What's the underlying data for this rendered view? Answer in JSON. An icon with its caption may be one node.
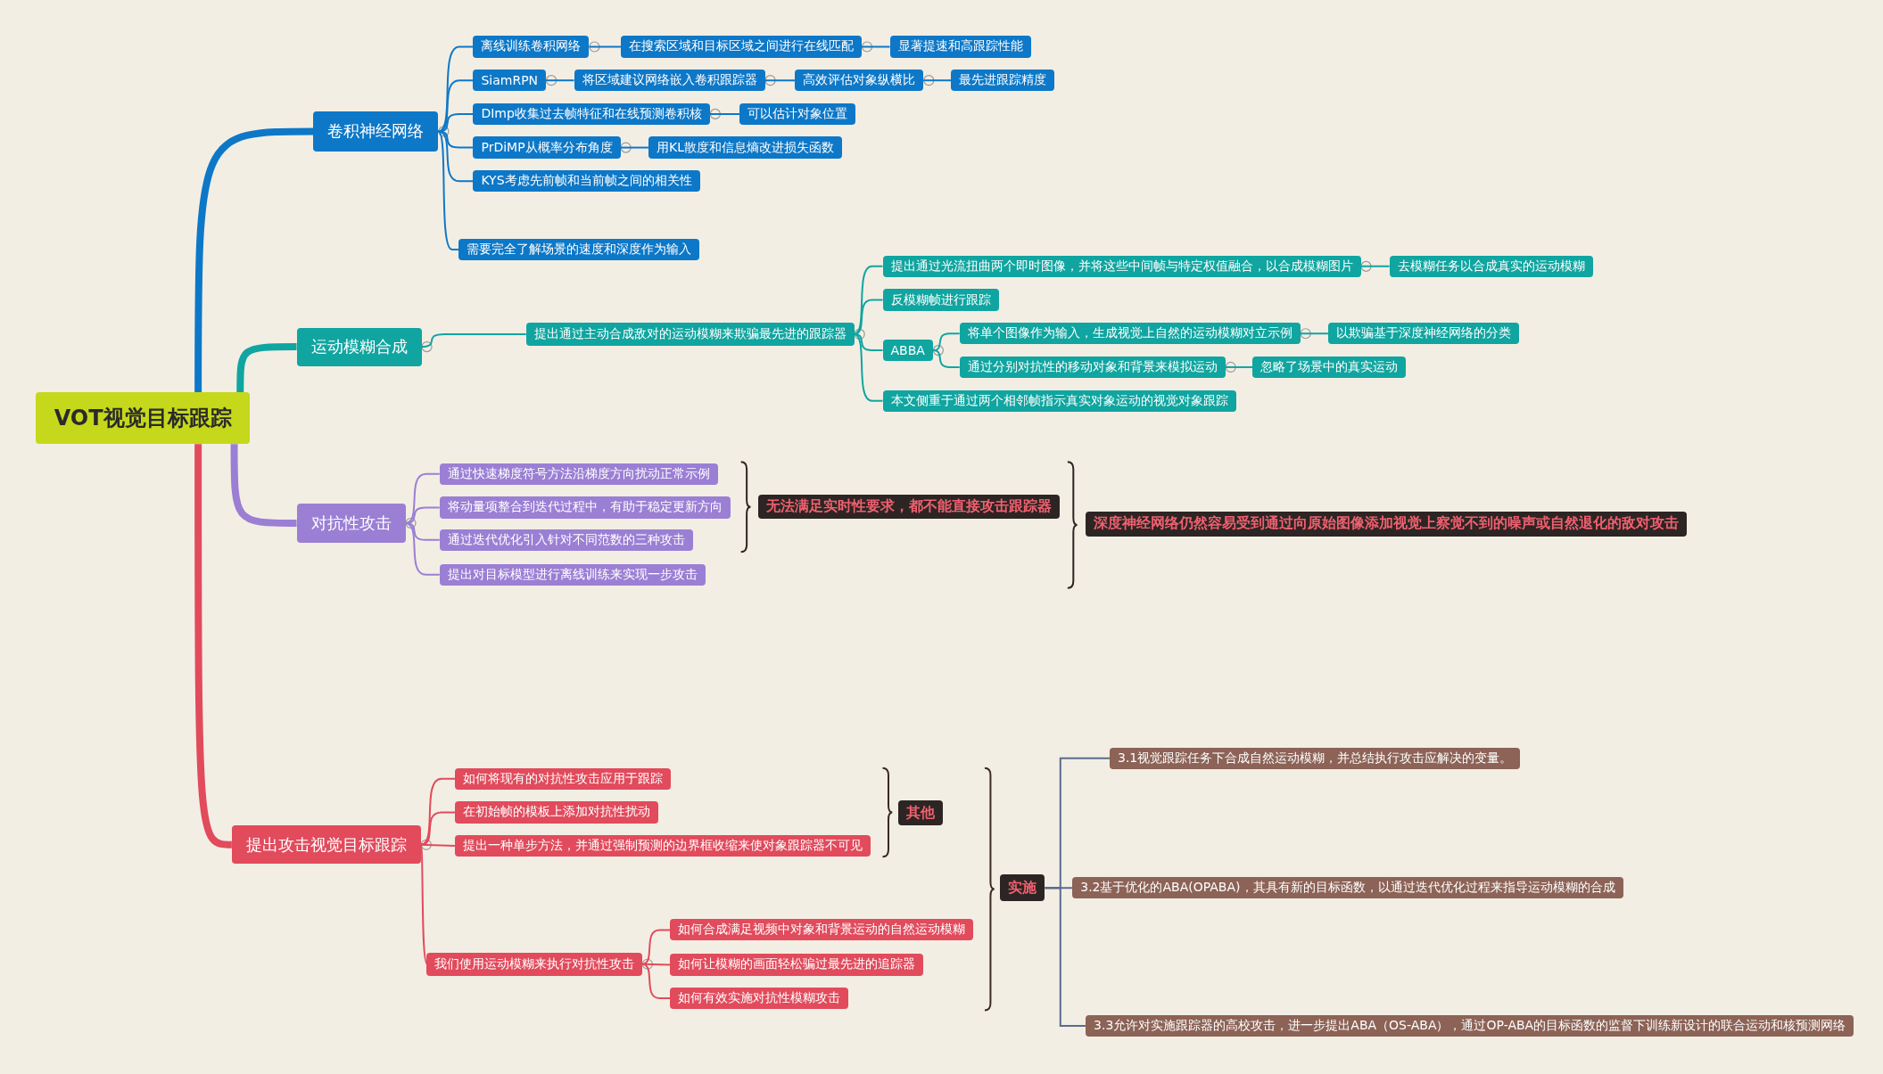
{
  "diagram": {
    "nodes": [
      {
        "text": [
          "VOT视觉目标跟踪"
        ]
      },
      {
        "text": [
          "卷积神经网络"
        ]
      },
      {
        "text": [
          "离线训练卷积网络"
        ]
      },
      {
        "text": [
          "在搜索区域和目标区域之间进行在线匹配"
        ]
      },
      {
        "text": [
          "显著提速和高跟踪性能"
        ]
      },
      {
        "text": [
          "SiamRPN"
        ]
      },
      {
        "text": [
          "将区域建议网络嵌入卷积跟踪器"
        ]
      },
      {
        "text": [
          "高效评估对象纵横比"
        ]
      },
      {
        "text": [
          "最先进跟踪精度"
        ]
      },
      {
        "text": [
          "DImp收集过去帧特征和在线预测卷积核"
        ]
      },
      {
        "text": [
          "可以估计对象位置"
        ]
      },
      {
        "text": [
          "PrDiMP从概率分布角度"
        ]
      },
      {
        "text": [
          "用KL散度和信息熵改进损失函数"
        ]
      },
      {
        "text": [
          "KYS考虑先前帧和当前帧之间的相关性"
        ]
      },
      {
        "text": [
          "需要完全了解场景的速度和深度作为输入"
        ]
      },
      {
        "text": [
          "运动模糊合成"
        ]
      },
      {
        "text": [
          "提出通过主动合成敌对的运动模糊来欺骗最先进的跟踪器"
        ]
      },
      {
        "text": [
          "提出通过光流扭曲两个即时图像，并将这些中间帧与特定权值融合，以合成模糊图片"
        ]
      },
      {
        "text": [
          "去模糊任务以合成真实的运动模糊"
        ]
      },
      {
        "text": [
          "反模糊帧进行跟踪"
        ]
      },
      {
        "text": [
          "ABBA"
        ]
      },
      {
        "text": [
          "将单个图像作为输入，生成视觉上自然的运动模糊对立示例"
        ]
      },
      {
        "text": [
          "以欺骗基于深度神经网络的分类"
        ]
      },
      {
        "text": [
          "通过分别对抗性的移动对象和背景来模拟运动"
        ]
      },
      {
        "text": [
          "忽略了场景中的真实运动"
        ]
      },
      {
        "text": [
          "本文侧重于通过两个相邻帧指示真实对象运动的视觉对象跟踪"
        ]
      },
      {
        "text": [
          "对抗性攻击"
        ]
      },
      {
        "text": [
          "通过快速梯度符号方法沿梯度方向扰动正常示例"
        ]
      },
      {
        "text": [
          "将动量项整合到迭代过程中，有助于稳定更新方向"
        ]
      },
      {
        "text": [
          "通过迭代优化引入针对不同范数的三种攻击"
        ]
      },
      {
        "text": [
          "提出对目标模型进行离线训练来实现一步攻击"
        ]
      },
      {
        "text": [
          "无法满足实时性要求，都不能直接攻击跟踪器"
        ]
      },
      {
        "text": [
          "深度神经网络仍然容易受到通过向原始图像添加视觉上察觉不到的噪声或自然退化的敌对攻击"
        ]
      },
      {
        "text": [
          "提出攻击视觉目标跟踪"
        ]
      },
      {
        "text": [
          "如何将现有的对抗性攻击应用于跟踪"
        ]
      },
      {
        "text": [
          "在初始帧的模板上添加对抗性扰动"
        ]
      },
      {
        "text": [
          "提出一种单步方法，并通过强制预测的边界框收缩来使对象跟踪器不可见"
        ]
      },
      {
        "text": [
          "我们使用运动模糊来执行对抗性攻击"
        ]
      },
      {
        "text": [
          "如何合成满足视频中对象和背景运动的自然运动模糊"
        ]
      },
      {
        "text": [
          "如何让模糊的画面轻松骗过最先进的追踪器"
        ]
      },
      {
        "text": [
          "如何有效实施对抗性模糊攻击"
        ]
      },
      {
        "text": [
          "其他"
        ]
      },
      {
        "text": [
          "实施"
        ]
      },
      {
        "text": [
          "3.1视觉跟踪任务下合成自然运动模糊，并总结执行攻击应解决的变量。"
        ]
      },
      {
        "text": [
          "3.2基于优化的ABA(OPABA)，其具有新的目标函数，以通过迭代优化过程来指导运动模糊的合成"
        ]
      },
      {
        "text": [
          "3.3允许对实施跟踪器的高校攻击，进一步提出ABA（OS-ABA），通过OP-ABA的目标函数的监督下训练新设计的联合运动和核预测网络"
        ]
      }
    ],
    "edges": [
      {
        "from": 0,
        "to": 1,
        "arrow": "none",
        "style": "thick"
      },
      {
        "from": 0,
        "to": 15,
        "arrow": "none",
        "style": "thick",
        "color": "#10a5a0"
      },
      {
        "from": 0,
        "to": 26,
        "arrow": "none",
        "style": "thick",
        "color": "#9b7fd4"
      },
      {
        "from": 0,
        "to": 33,
        "arrow": "none",
        "style": "thick",
        "color": "#e14b5c"
      },
      {
        "from": 1,
        "to": 2,
        "arrow": "none"
      },
      {
        "from": 1,
        "to": 5,
        "arrow": "none"
      },
      {
        "from": 1,
        "to": 9,
        "arrow": "none"
      },
      {
        "from": 1,
        "to": 11,
        "arrow": "none"
      },
      {
        "from": 1,
        "to": 13,
        "arrow": "none"
      },
      {
        "from": 1,
        "to": 14,
        "arrow": "none"
      },
      {
        "from": 2,
        "to": 3,
        "arrow": "none"
      },
      {
        "from": 3,
        "to": 4,
        "arrow": "none"
      },
      {
        "from": 5,
        "to": 6,
        "arrow": "none"
      },
      {
        "from": 6,
        "to": 7,
        "arrow": "none"
      },
      {
        "from": 7,
        "to": 8,
        "arrow": "none"
      },
      {
        "from": 9,
        "to": 10,
        "arrow": "none"
      },
      {
        "from": 11,
        "to": 12,
        "arrow": "none"
      },
      {
        "from": 15,
        "to": 16,
        "arrow": "none",
        "color": "#10a5a0"
      },
      {
        "from": 16,
        "to": 17,
        "arrow": "none",
        "color": "#10a5a0"
      },
      {
        "from": 16,
        "to": 19,
        "arrow": "none",
        "color": "#10a5a0"
      },
      {
        "from": 16,
        "to": 20,
        "arrow": "none",
        "color": "#10a5a0"
      },
      {
        "from": 16,
        "to": 25,
        "arrow": "none",
        "color": "#10a5a0"
      },
      {
        "from": 17,
        "to": 18,
        "arrow": "none",
        "color": "#10a5a0"
      },
      {
        "from": 20,
        "to": 21,
        "arrow": "none",
        "color": "#10a5a0"
      },
      {
        "from": 20,
        "to": 23,
        "arrow": "none",
        "color": "#10a5a0"
      },
      {
        "from": 21,
        "to": 22,
        "arrow": "none",
        "color": "#10a5a0"
      },
      {
        "from": 23,
        "to": 24,
        "arrow": "none",
        "color": "#10a5a0"
      },
      {
        "from": 26,
        "to": 27,
        "arrow": "none",
        "color": "#9b7fd4"
      },
      {
        "from": 26,
        "to": 28,
        "arrow": "none",
        "color": "#9b7fd4"
      },
      {
        "from": 26,
        "to": 29,
        "arrow": "none",
        "color": "#9b7fd4"
      },
      {
        "from": 26,
        "to": 30,
        "arrow": "none",
        "color": "#9b7fd4"
      },
      {
        "from": 33,
        "to": 34,
        "arrow": "none",
        "color": "#e14b5c"
      },
      {
        "from": 33,
        "to": 35,
        "arrow": "none",
        "color": "#e14b5c"
      },
      {
        "from": 33,
        "to": 36,
        "arrow": "none",
        "color": "#e14b5c"
      },
      {
        "from": 33,
        "to": 37,
        "arrow": "none",
        "color": "#e14b5c"
      },
      {
        "from": 37,
        "to": 38,
        "arrow": "none",
        "color": "#e14b5c"
      },
      {
        "from": 37,
        "to": 39,
        "arrow": "none",
        "color": "#e14b5c"
      },
      {
        "from": 37,
        "to": 40,
        "arrow": "none",
        "color": "#e14b5c"
      },
      {
        "from": 42,
        "to": 43,
        "arrow": "none",
        "color": "#5a6b8c"
      },
      {
        "from": 42,
        "to": 44,
        "arrow": "none",
        "color": "#5a6b8c"
      },
      {
        "from": 42,
        "to": 45,
        "arrow": "none",
        "color": "#5a6b8c"
      }
    ]
  }
}
